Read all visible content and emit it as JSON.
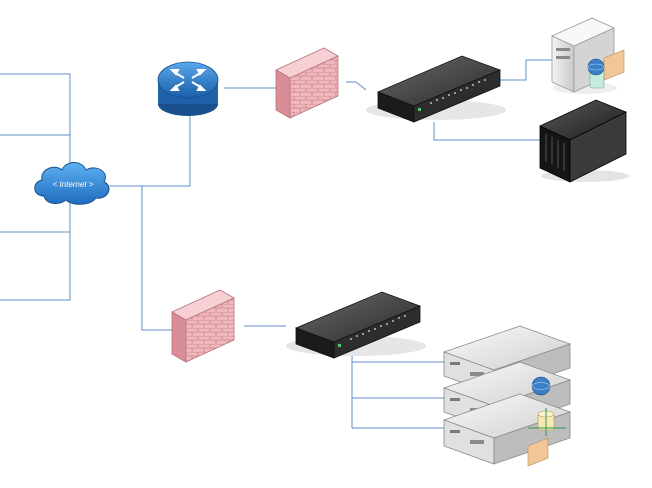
{
  "diagram": {
    "cloud_label": "< Internet >",
    "colors": {
      "line": "#5b8fc9",
      "cloud": "#2f7fd1",
      "router": "#2a6db8",
      "firewall": "#e8a6ae",
      "rack": "#2d2d2d",
      "server": "#d9d9d9"
    },
    "nodes": [
      {
        "id": "internet",
        "kind": "cloud-icon"
      },
      {
        "id": "router",
        "kind": "router-icon"
      },
      {
        "id": "firewall-top",
        "kind": "firewall-icon"
      },
      {
        "id": "firewall-bottom",
        "kind": "firewall-icon"
      },
      {
        "id": "switch-top",
        "kind": "switch-icon"
      },
      {
        "id": "switch-bottom",
        "kind": "switch-icon"
      },
      {
        "id": "web-server",
        "kind": "server-tower-icon"
      },
      {
        "id": "dark-server",
        "kind": "server-tower-icon"
      },
      {
        "id": "rack-server-1",
        "kind": "rack-server-icon"
      },
      {
        "id": "rack-server-2",
        "kind": "rack-server-icon"
      },
      {
        "id": "rack-server-3",
        "kind": "rack-server-icon"
      }
    ]
  }
}
